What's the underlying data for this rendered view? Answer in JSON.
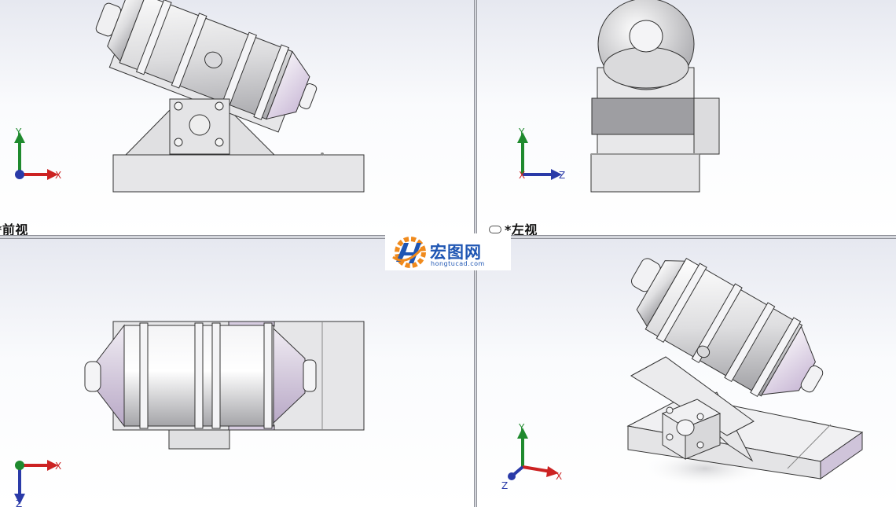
{
  "viewports": {
    "front": {
      "label": "*前视"
    },
    "left": {
      "label": "*左视"
    },
    "top": {
      "label": ""
    },
    "iso": {
      "label": ""
    }
  },
  "triads": {
    "front": {
      "up": "Y",
      "right": "X"
    },
    "left": {
      "up": "Y",
      "right": "Z",
      "back": "X"
    },
    "top": {
      "down": "Z",
      "right": "X"
    },
    "iso": {
      "up": "Y",
      "right": "X",
      "down": "Z"
    }
  },
  "watermark": {
    "title": "宏图网",
    "url": "hongtucad.com"
  },
  "colors": {
    "axis_x": "#cc2222",
    "axis_y": "#1f8a2e",
    "axis_z": "#2a3aa8",
    "model_face": "#e4e4e6",
    "model_edge": "#333333",
    "cone_tint": "#d8cce0",
    "watermark_blue": "#1f56b3",
    "watermark_orange": "#f08a1c"
  }
}
